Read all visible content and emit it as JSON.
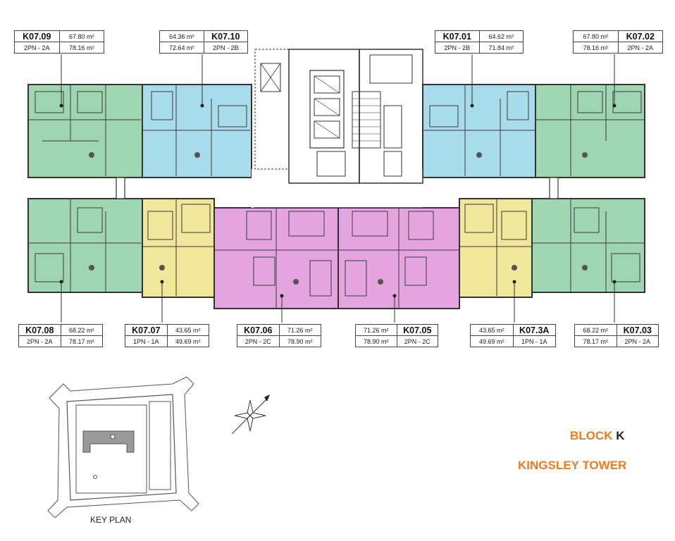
{
  "units": [
    {
      "id": "k0709",
      "code": "K07.09",
      "area1": "67.80 m²",
      "type": "2PN - 2A",
      "area2": "78.16 m²",
      "color": "#9fd6b2"
    },
    {
      "id": "k0710",
      "code": "K07.10",
      "area1": "64.36 m²",
      "type": "2PN - 2B",
      "area2": "72.64 m²",
      "color": "#a9dcea"
    },
    {
      "id": "k0701",
      "code": "K07.01",
      "area1": "64.62 m²",
      "type": "2PN - 2B",
      "area2": "71.84 m²",
      "color": "#a9dcea"
    },
    {
      "id": "k0702",
      "code": "K07.02",
      "area1": "67.80 m²",
      "type": "2PN - 2A",
      "area2": "78.16 m²",
      "color": "#9fd6b2"
    },
    {
      "id": "k0708",
      "code": "K07.08",
      "area1": "68.22 m²",
      "type": "2PN - 2A",
      "area2": "78.17 m²",
      "color": "#9fd6b2"
    },
    {
      "id": "k0707",
      "code": "K07.07",
      "area1": "43.65 m²",
      "type": "1PN - 1A",
      "area2": "49.69 m²",
      "color": "#f1e79b"
    },
    {
      "id": "k0706",
      "code": "K07.06",
      "area1": "71.26 m²",
      "type": "2PN - 2C",
      "area2": "78.90 m²",
      "color": "#e3a4e0"
    },
    {
      "id": "k0705",
      "code": "K07.05",
      "area1": "71.26 m²",
      "type": "2PN - 2C",
      "area2": "78.90 m²",
      "color": "#e3a4e0"
    },
    {
      "id": "k073a",
      "code": "K07.3A",
      "area1": "43.65 m²",
      "type": "1PN - 1A",
      "area2": "49.69 m²",
      "color": "#f1e79b"
    },
    {
      "id": "k0703",
      "code": "K07.03",
      "area1": "68.22 m²",
      "type": "2PN - 2A",
      "area2": "78.17 m²",
      "color": "#9fd6b2"
    }
  ],
  "title": {
    "block_word": "BLOCK",
    "block_letter": "K",
    "tower": "KINGSLEY TOWER",
    "orange": "#f07b1f"
  },
  "key_plan_label": "KEY PLAN"
}
